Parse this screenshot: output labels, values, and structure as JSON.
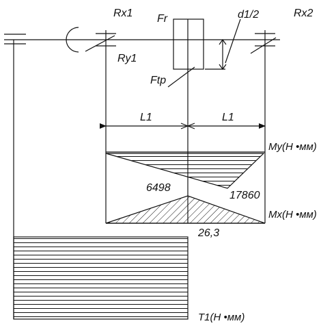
{
  "labels": {
    "rx1": "Rx1",
    "rx2": "Rx2",
    "ry1": "Ry1",
    "fr": "Fr",
    "ftp": "Ftp",
    "d1_2": "d1/2",
    "l1_left": "L1",
    "l1_right": "L1",
    "my": "My(H •мм)",
    "mx": "Mx(H •мм)",
    "t1": "T1(H •мм)",
    "value_6498": "6498",
    "value_17860": "17860",
    "value_26_3": "26,3"
  },
  "colors": {
    "line": "#111111",
    "background": "#ffffff"
  }
}
